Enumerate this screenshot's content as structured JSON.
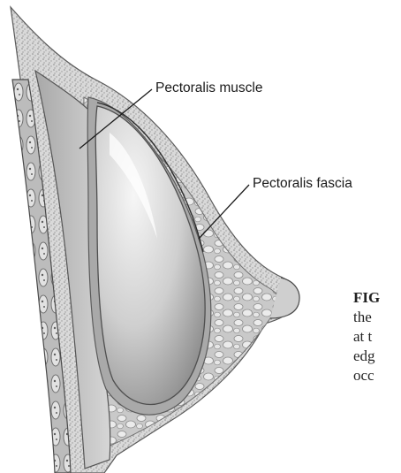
{
  "figure": {
    "labels": {
      "pectoralis_muscle": "Pectoralis muscle",
      "pectoralis_fascia": "Pectoralis fascia"
    },
    "caption_fragments": [
      "FIG",
      "the",
      "at t",
      "edg",
      "occ"
    ]
  }
}
